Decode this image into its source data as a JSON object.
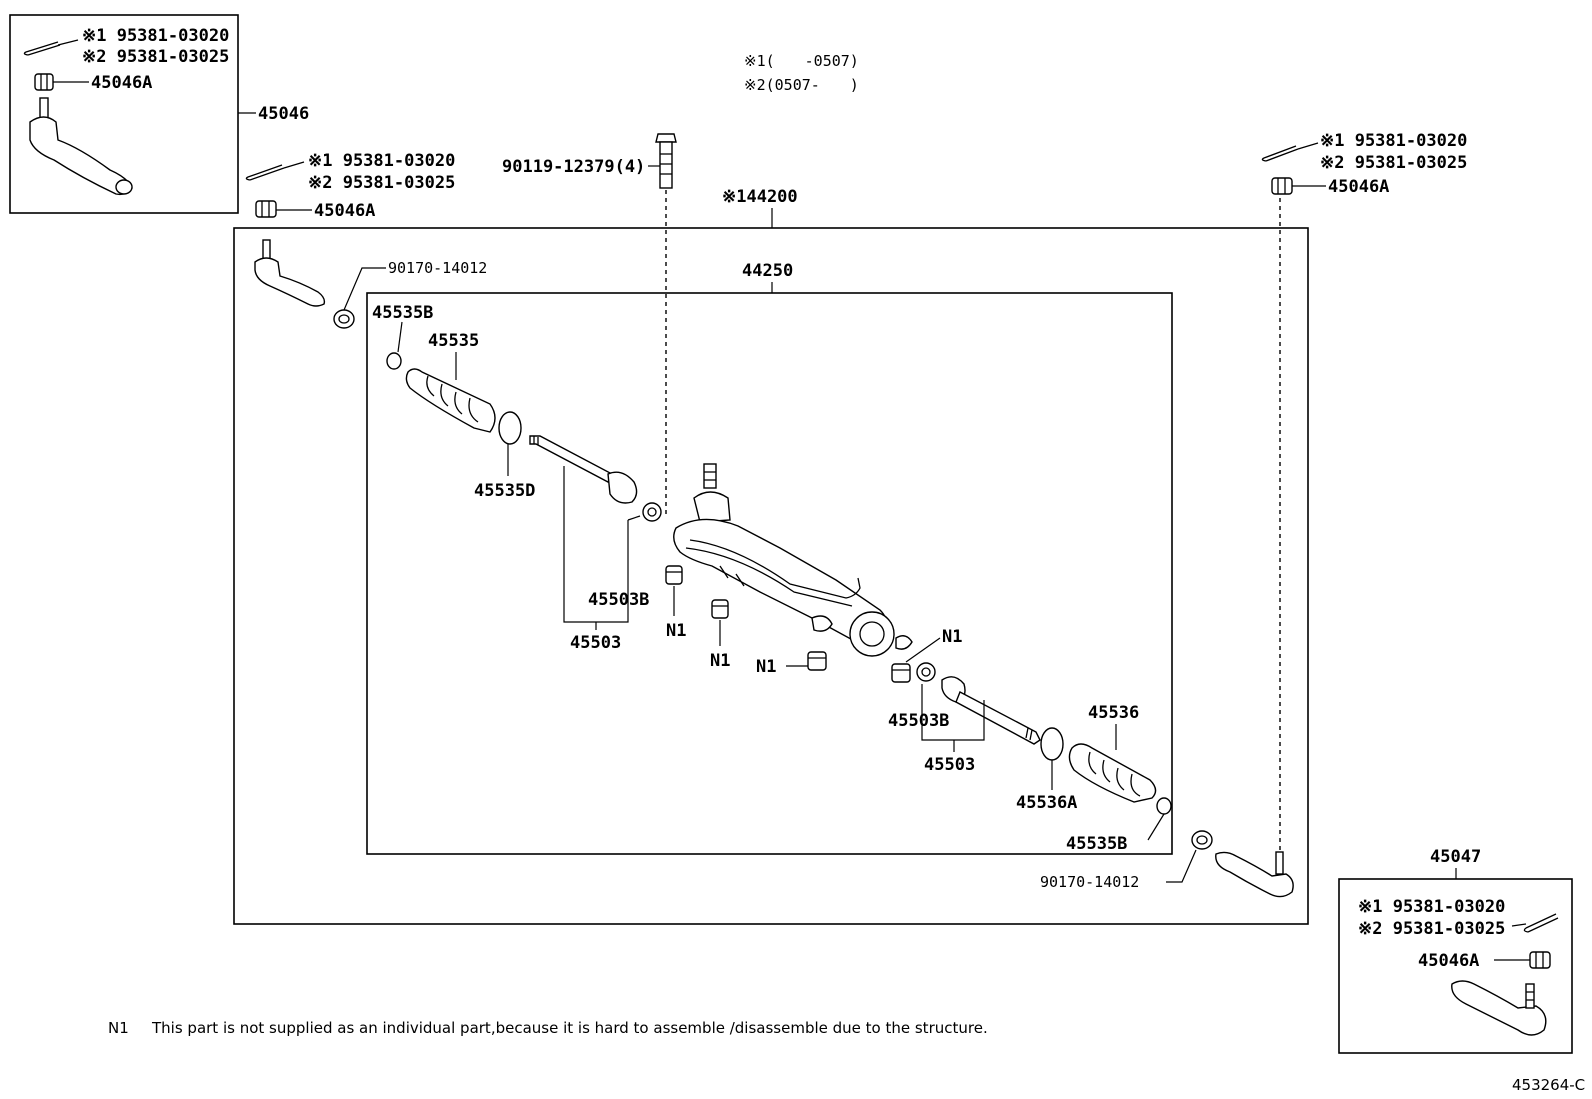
{
  "header": {
    "variant_1": "※1(　　-0507)",
    "variant_2": "※2(0507-　　)"
  },
  "labels": {
    "end_left_box": "45046",
    "end_right_box": "45047",
    "gear_assy": "※144200",
    "rack_assy": "44250",
    "nut_ring": "45046A",
    "cotter_1": "※1 95381-03020",
    "cotter_2": "※2 95381-03025",
    "bolt": "90119-12379(4)",
    "lock_nut_left": "90170-14012",
    "lock_nut_right": "90170-14012",
    "boot_clip_small_l": "45535B",
    "boot_left": "45535",
    "boot_clamp_l": "45535D",
    "rod_end_sub_l": "45503",
    "rod_end_washer_l": "45503B",
    "n1": "N1",
    "boot_right": "45536",
    "boot_clamp_r": "45536A",
    "boot_clip_small_r": "45535B",
    "rod_end_washer_r": "45503B",
    "rod_end_sub_r": "45503"
  },
  "footnote": {
    "marker": "N1",
    "text": "This part is not supplied as an individual part,because it is hard to assemble /disassemble due to the structure."
  },
  "diagram_id": "453264-C"
}
